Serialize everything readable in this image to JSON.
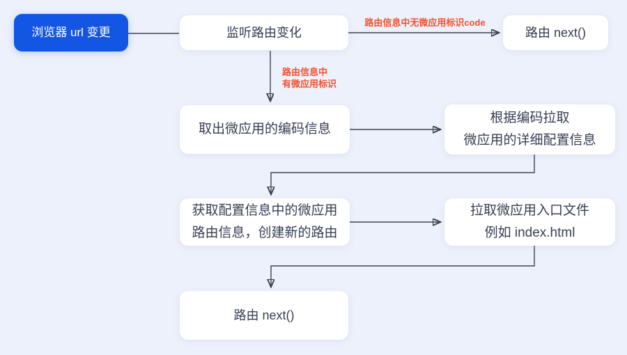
{
  "diagram": {
    "title_implicit": "micro-app route handling flow",
    "colors": {
      "background": "#edf1fb",
      "node_bg": "#ffffff",
      "node_text": "#373e54",
      "accent_blue": "#1456e4",
      "edge_label_red": "#f5522e",
      "connector": "#3d4354"
    },
    "nodes": {
      "start": {
        "label": "浏览器 url 变更"
      },
      "listen": {
        "label": "监听路由变化"
      },
      "next_top": {
        "label": "路由 next()"
      },
      "extract": {
        "label": "取出微应用的编码信息"
      },
      "fetch_config": {
        "line1": "根据编码拉取",
        "line2": "微应用的详细配置信息"
      },
      "create_route": {
        "line1": "获取配置信息中的微应用",
        "line2": "路由信息，创建新的路由"
      },
      "fetch_entry": {
        "line1": "拉取微应用入口文件",
        "line2": "例如 index.html"
      },
      "next_bottom": {
        "label": "路由 next()"
      }
    },
    "edge_labels": {
      "no_code": "路由信息中无微应用标识code",
      "has_code_line1": "路由信息中",
      "has_code_line2": "有微应用标识"
    }
  }
}
